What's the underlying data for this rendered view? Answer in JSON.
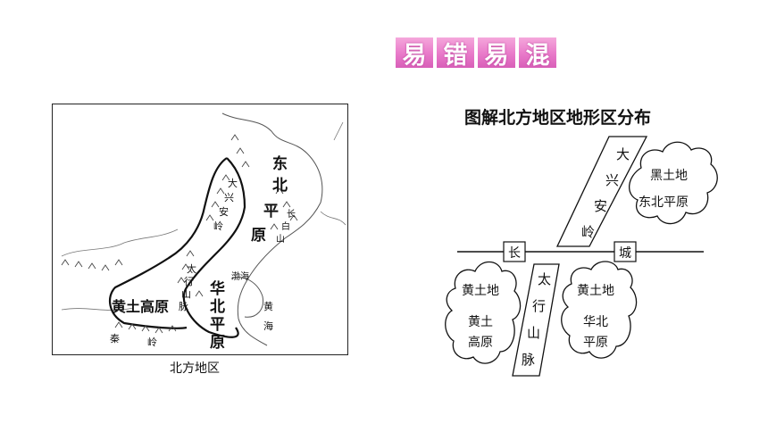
{
  "banner": {
    "chars": [
      "易",
      "错",
      "易",
      "混"
    ]
  },
  "map": {
    "caption": "北方地区",
    "labels": {
      "dongbei_pingyuan": [
        "东",
        "北",
        "平",
        "原"
      ],
      "huanghe_gaoyuan": "黄土高原",
      "huabei_pingyuan": [
        "华",
        "北",
        "平",
        "原"
      ],
      "daxinganling": [
        "大",
        "兴",
        "安",
        "岭"
      ],
      "taihang": [
        "太",
        "行",
        "山",
        "脉"
      ],
      "changbai": [
        "长",
        "白",
        "山"
      ],
      "qinling": [
        "秦",
        "岭"
      ],
      "bohai": "渤海",
      "huanghai": [
        "黄",
        "海"
      ]
    }
  },
  "diagram": {
    "title": "图解北方地区地形区分布",
    "great_wall": [
      "长",
      "城"
    ],
    "daxinganling": [
      "大",
      "兴",
      "安",
      "岭"
    ],
    "taihang": [
      "太",
      "行",
      "山",
      "脉"
    ],
    "ne_cloud": [
      "黑土地",
      "东北平原"
    ],
    "loess_cloud": [
      "黄土地",
      "黄土",
      "高原"
    ],
    "huabei_cloud": [
      "黄土地",
      "华北",
      "平原"
    ]
  },
  "colors": {
    "banner_pink": "#e879c9",
    "ink": "#111111"
  }
}
